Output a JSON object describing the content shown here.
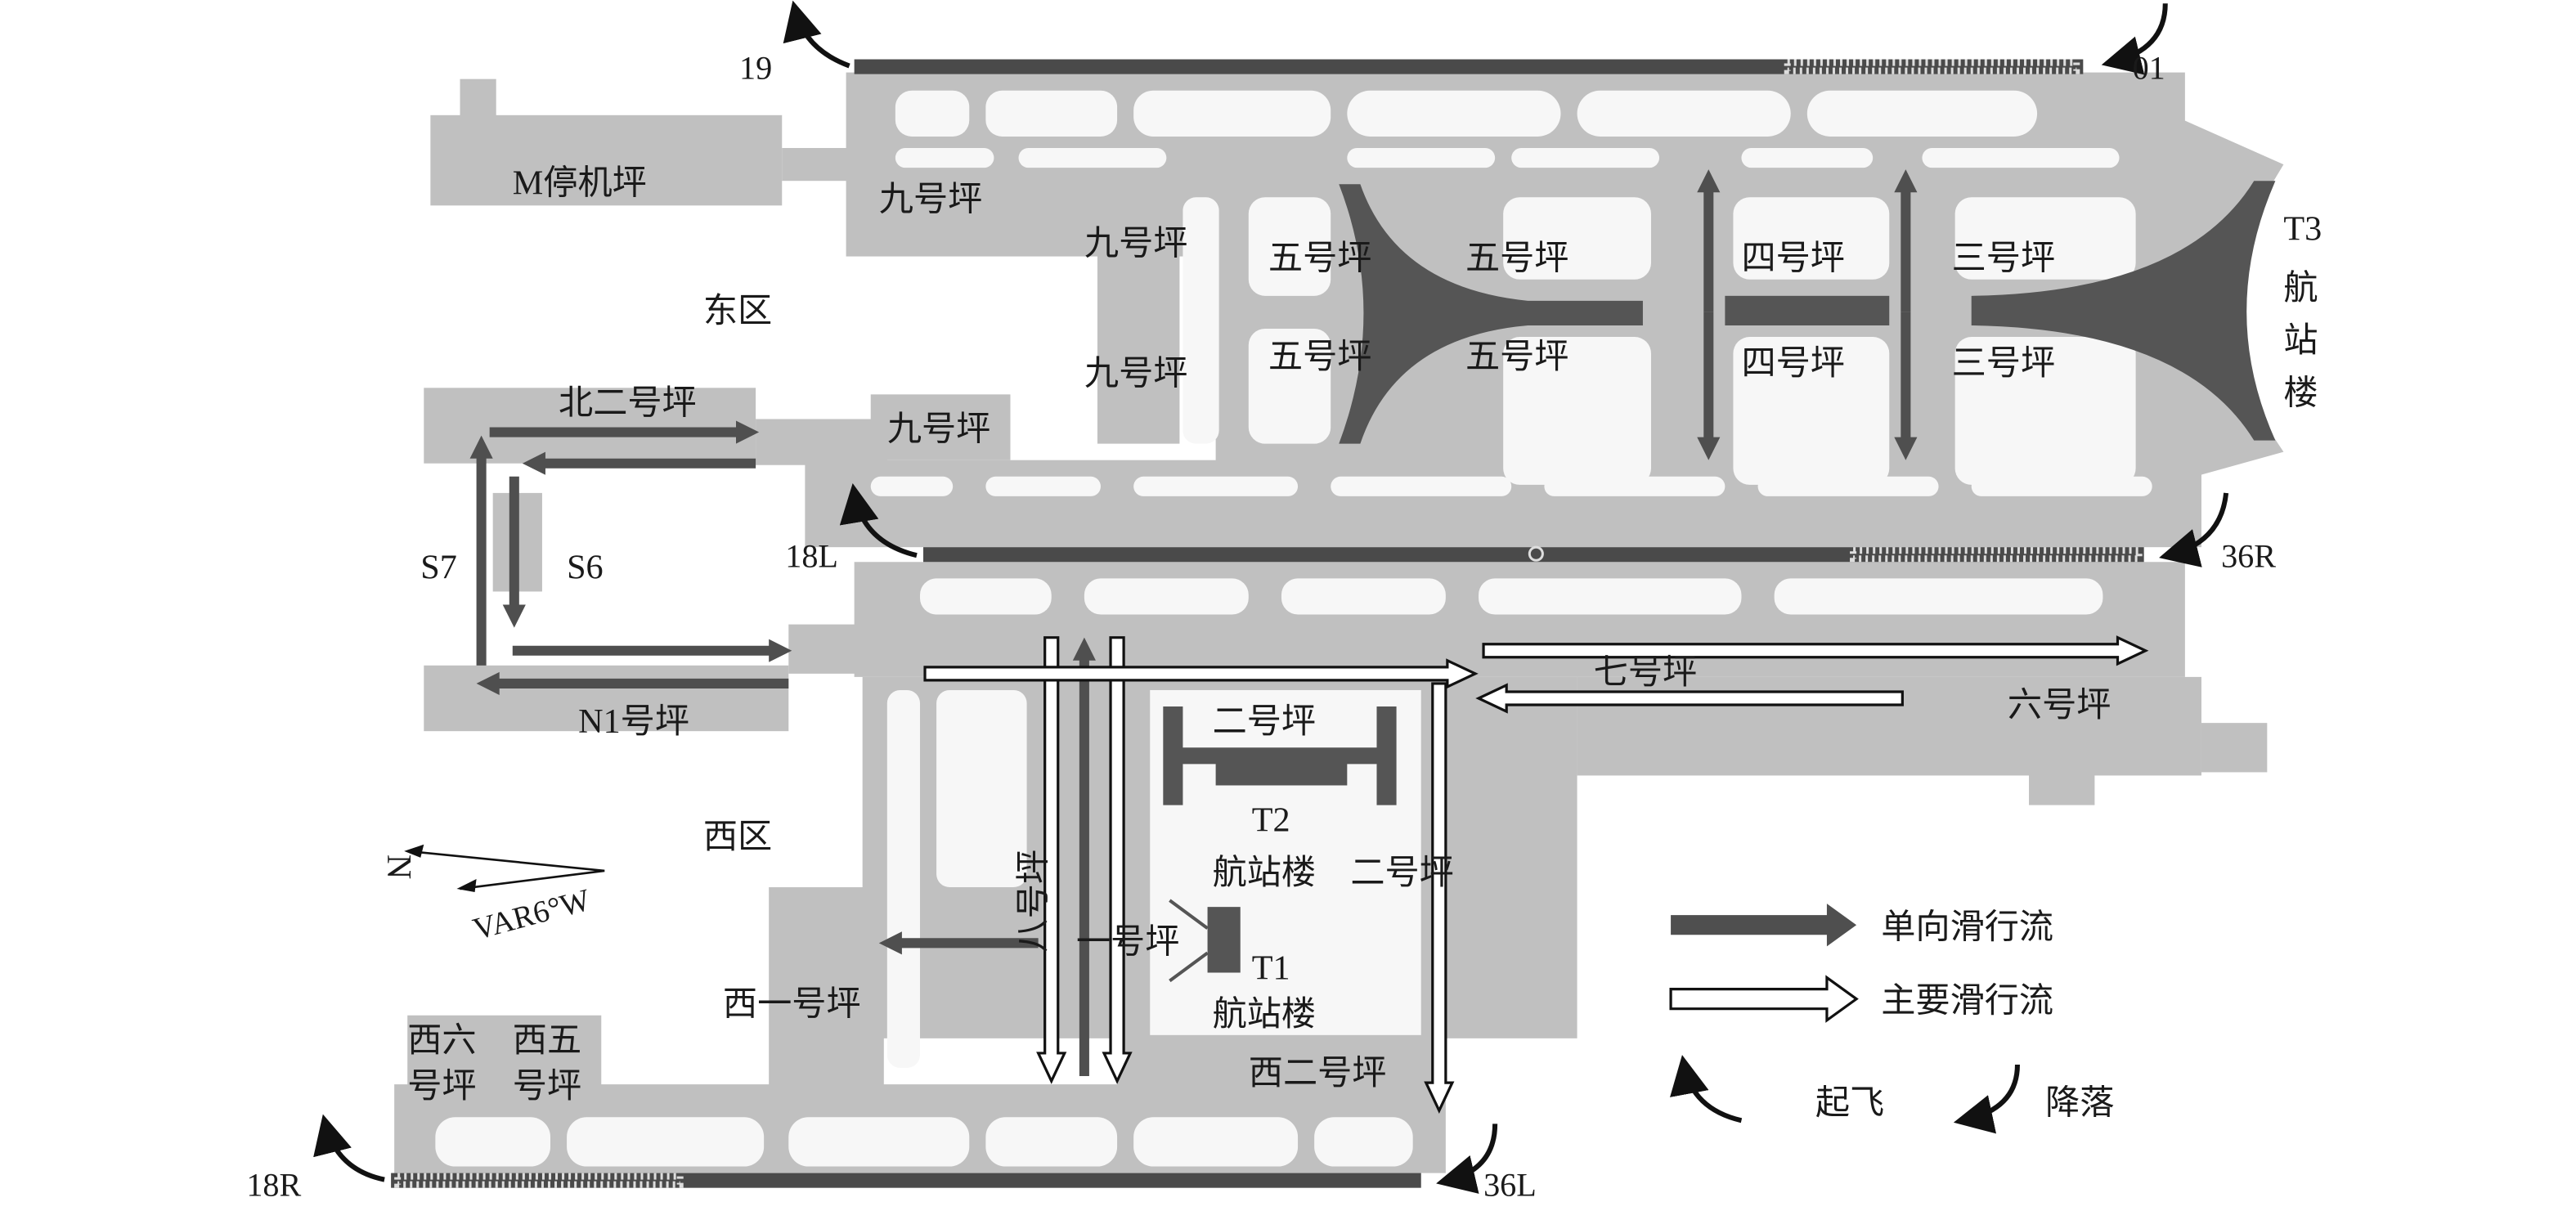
{
  "runways": {
    "north_west_end": "19",
    "north_east_end": "01",
    "middle_west_end": "18L",
    "middle_east_end": "36R",
    "south_west_end": "18R",
    "south_east_end": "36L"
  },
  "areas": {
    "m_apron": "M停机坪",
    "apron9": "九号坪",
    "apron5": "五号坪",
    "apron4": "四号坪",
    "apron3": "三号坪",
    "t3": [
      "T3",
      "航",
      "站",
      "楼"
    ],
    "east_zone": "东区",
    "north2_apron": "北二号坪",
    "s7": "S7",
    "s6": "S6",
    "apron7": "七号坪",
    "apron6": "六号坪",
    "n1_apron": "N1号坪",
    "apron2": "二号坪",
    "t2": "T2",
    "terminal": "航站楼",
    "west_zone": "西区",
    "apron8": "八号坪",
    "apron1": "一号坪",
    "t1": "T1",
    "west1_apron": "西一号坪",
    "west6_apron": [
      "西六",
      "号坪"
    ],
    "west5_apron": [
      "西五",
      "号坪"
    ],
    "west2_apron": "西二号坪"
  },
  "compass": {
    "north": "N",
    "variation": "VAR6°W"
  },
  "legend": {
    "one_way": "单向滑行流",
    "main_flow": "主要滑行流",
    "takeoff": "起飞",
    "landing": "降落"
  },
  "colors": {
    "pavement": "#c0c0c0",
    "runway": "#4a4a4a",
    "flow": "#4f4f4f"
  }
}
